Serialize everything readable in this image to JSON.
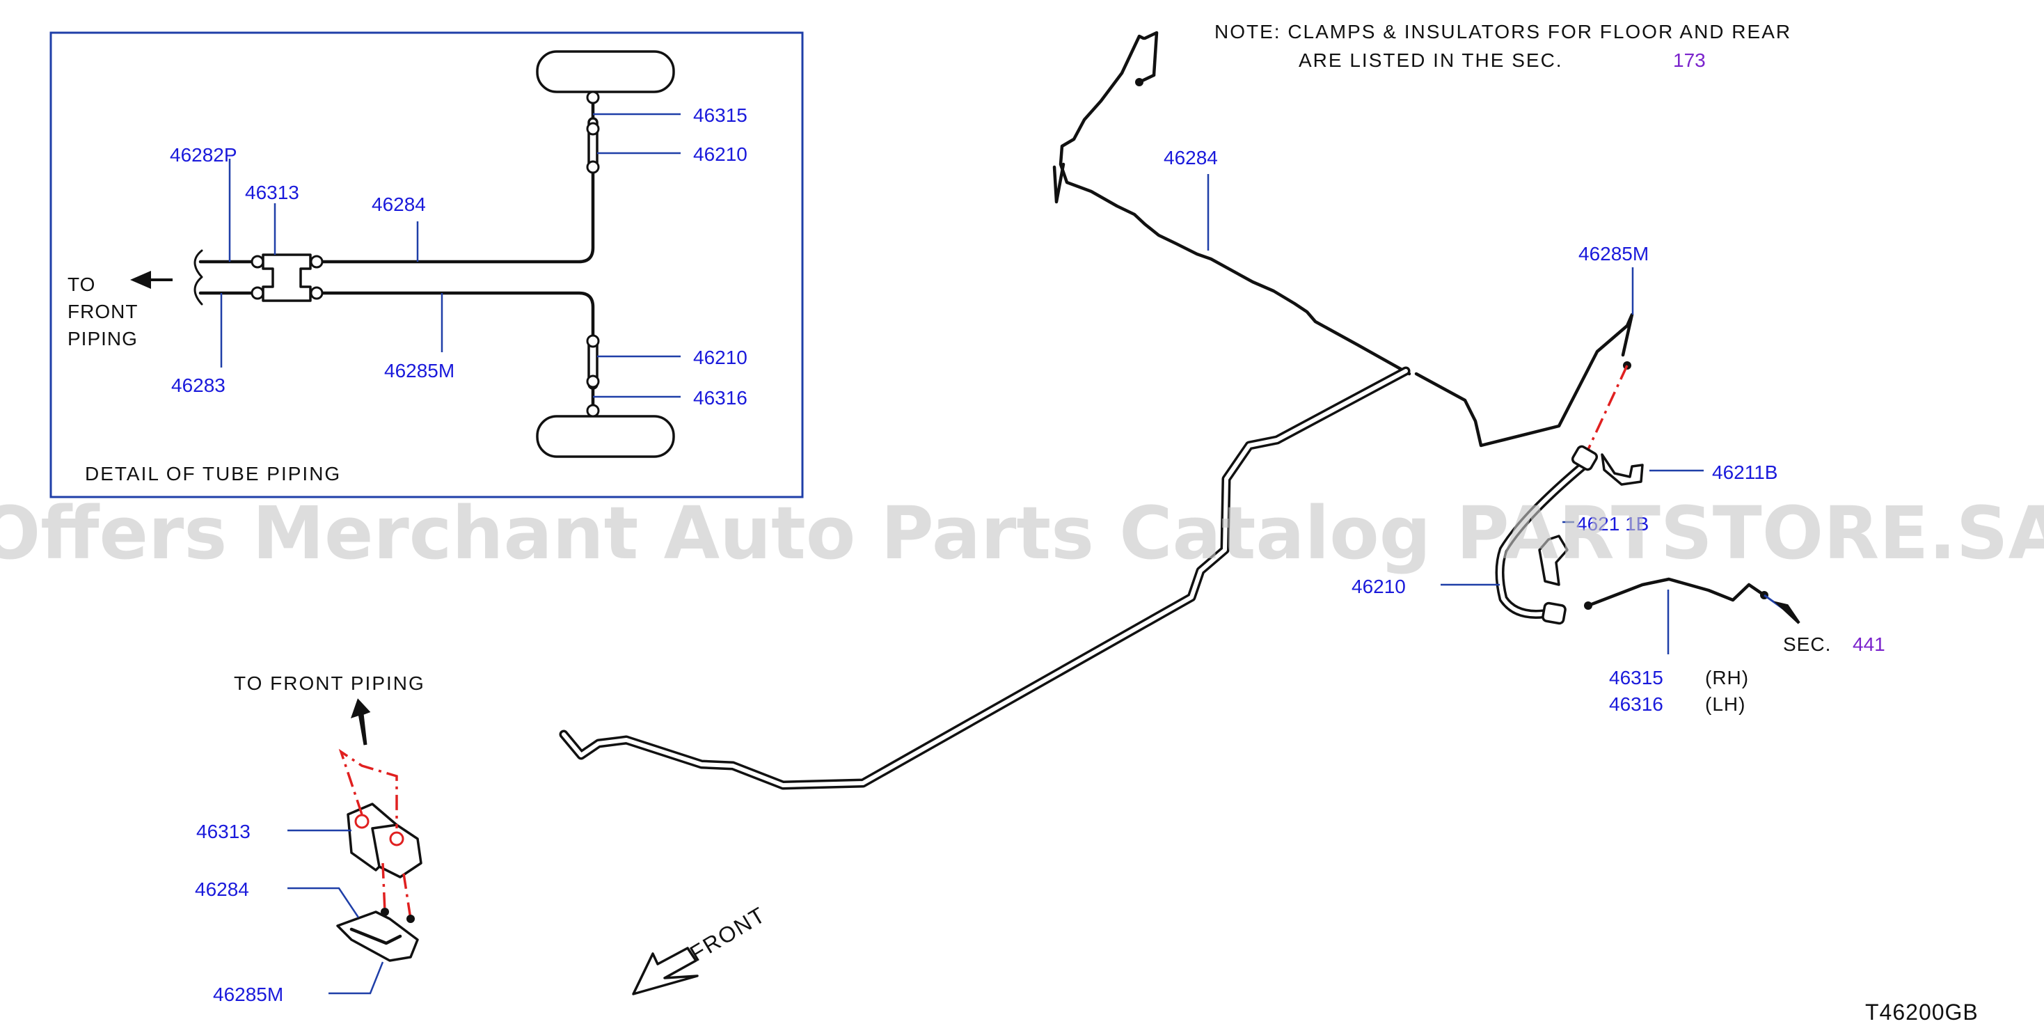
{
  "note": {
    "line1": "NOTE:  CLAMPS  &  INSULATORS  FOR  FLOOR  AND  REAR",
    "line2": "ARE  LISTED  IN  THE  SEC.",
    "sec_ref": "173"
  },
  "detail": {
    "title": "DETAIL  OF  TUBE  PIPING",
    "to_front_1": "TO",
    "to_front_2": "FRONT",
    "to_front_3": "PIPING",
    "labels": {
      "p46282p": "46282P",
      "p46313": "46313",
      "p46284": "46284",
      "p46283": "46283",
      "p46285m": "46285M",
      "p46315": "46315",
      "p46210_top": "46210",
      "p46210_bot": "46210",
      "p46316": "46316"
    }
  },
  "main": {
    "labels": {
      "p46284_top": "46284",
      "p46285m_right": "46285M",
      "p46211b": "46211B",
      "p46211b_partial": "4621 1B",
      "p46210": "46210",
      "p46315": "46315",
      "p46316": "46316",
      "rh": "(RH)",
      "lh": "(LH)",
      "sec": "SEC.",
      "sec_ref": "441",
      "to_front_piping": "TO  FRONT  PIPING",
      "p46313_left": "46313",
      "p46284_left": "46284",
      "p46285m_left": "46285M",
      "front": "FRONT"
    }
  },
  "watermark": "Offers Merchant Auto Parts Catalog PARTSTORE.SA",
  "diagram_code": "T46200GB",
  "colors": {
    "label_blue": "#1a1adb",
    "leader_blue": "#1f3fa8",
    "section_purple": "#7a22cc",
    "dashed_red": "#e02020",
    "detail_border": "#1f3fa8"
  }
}
